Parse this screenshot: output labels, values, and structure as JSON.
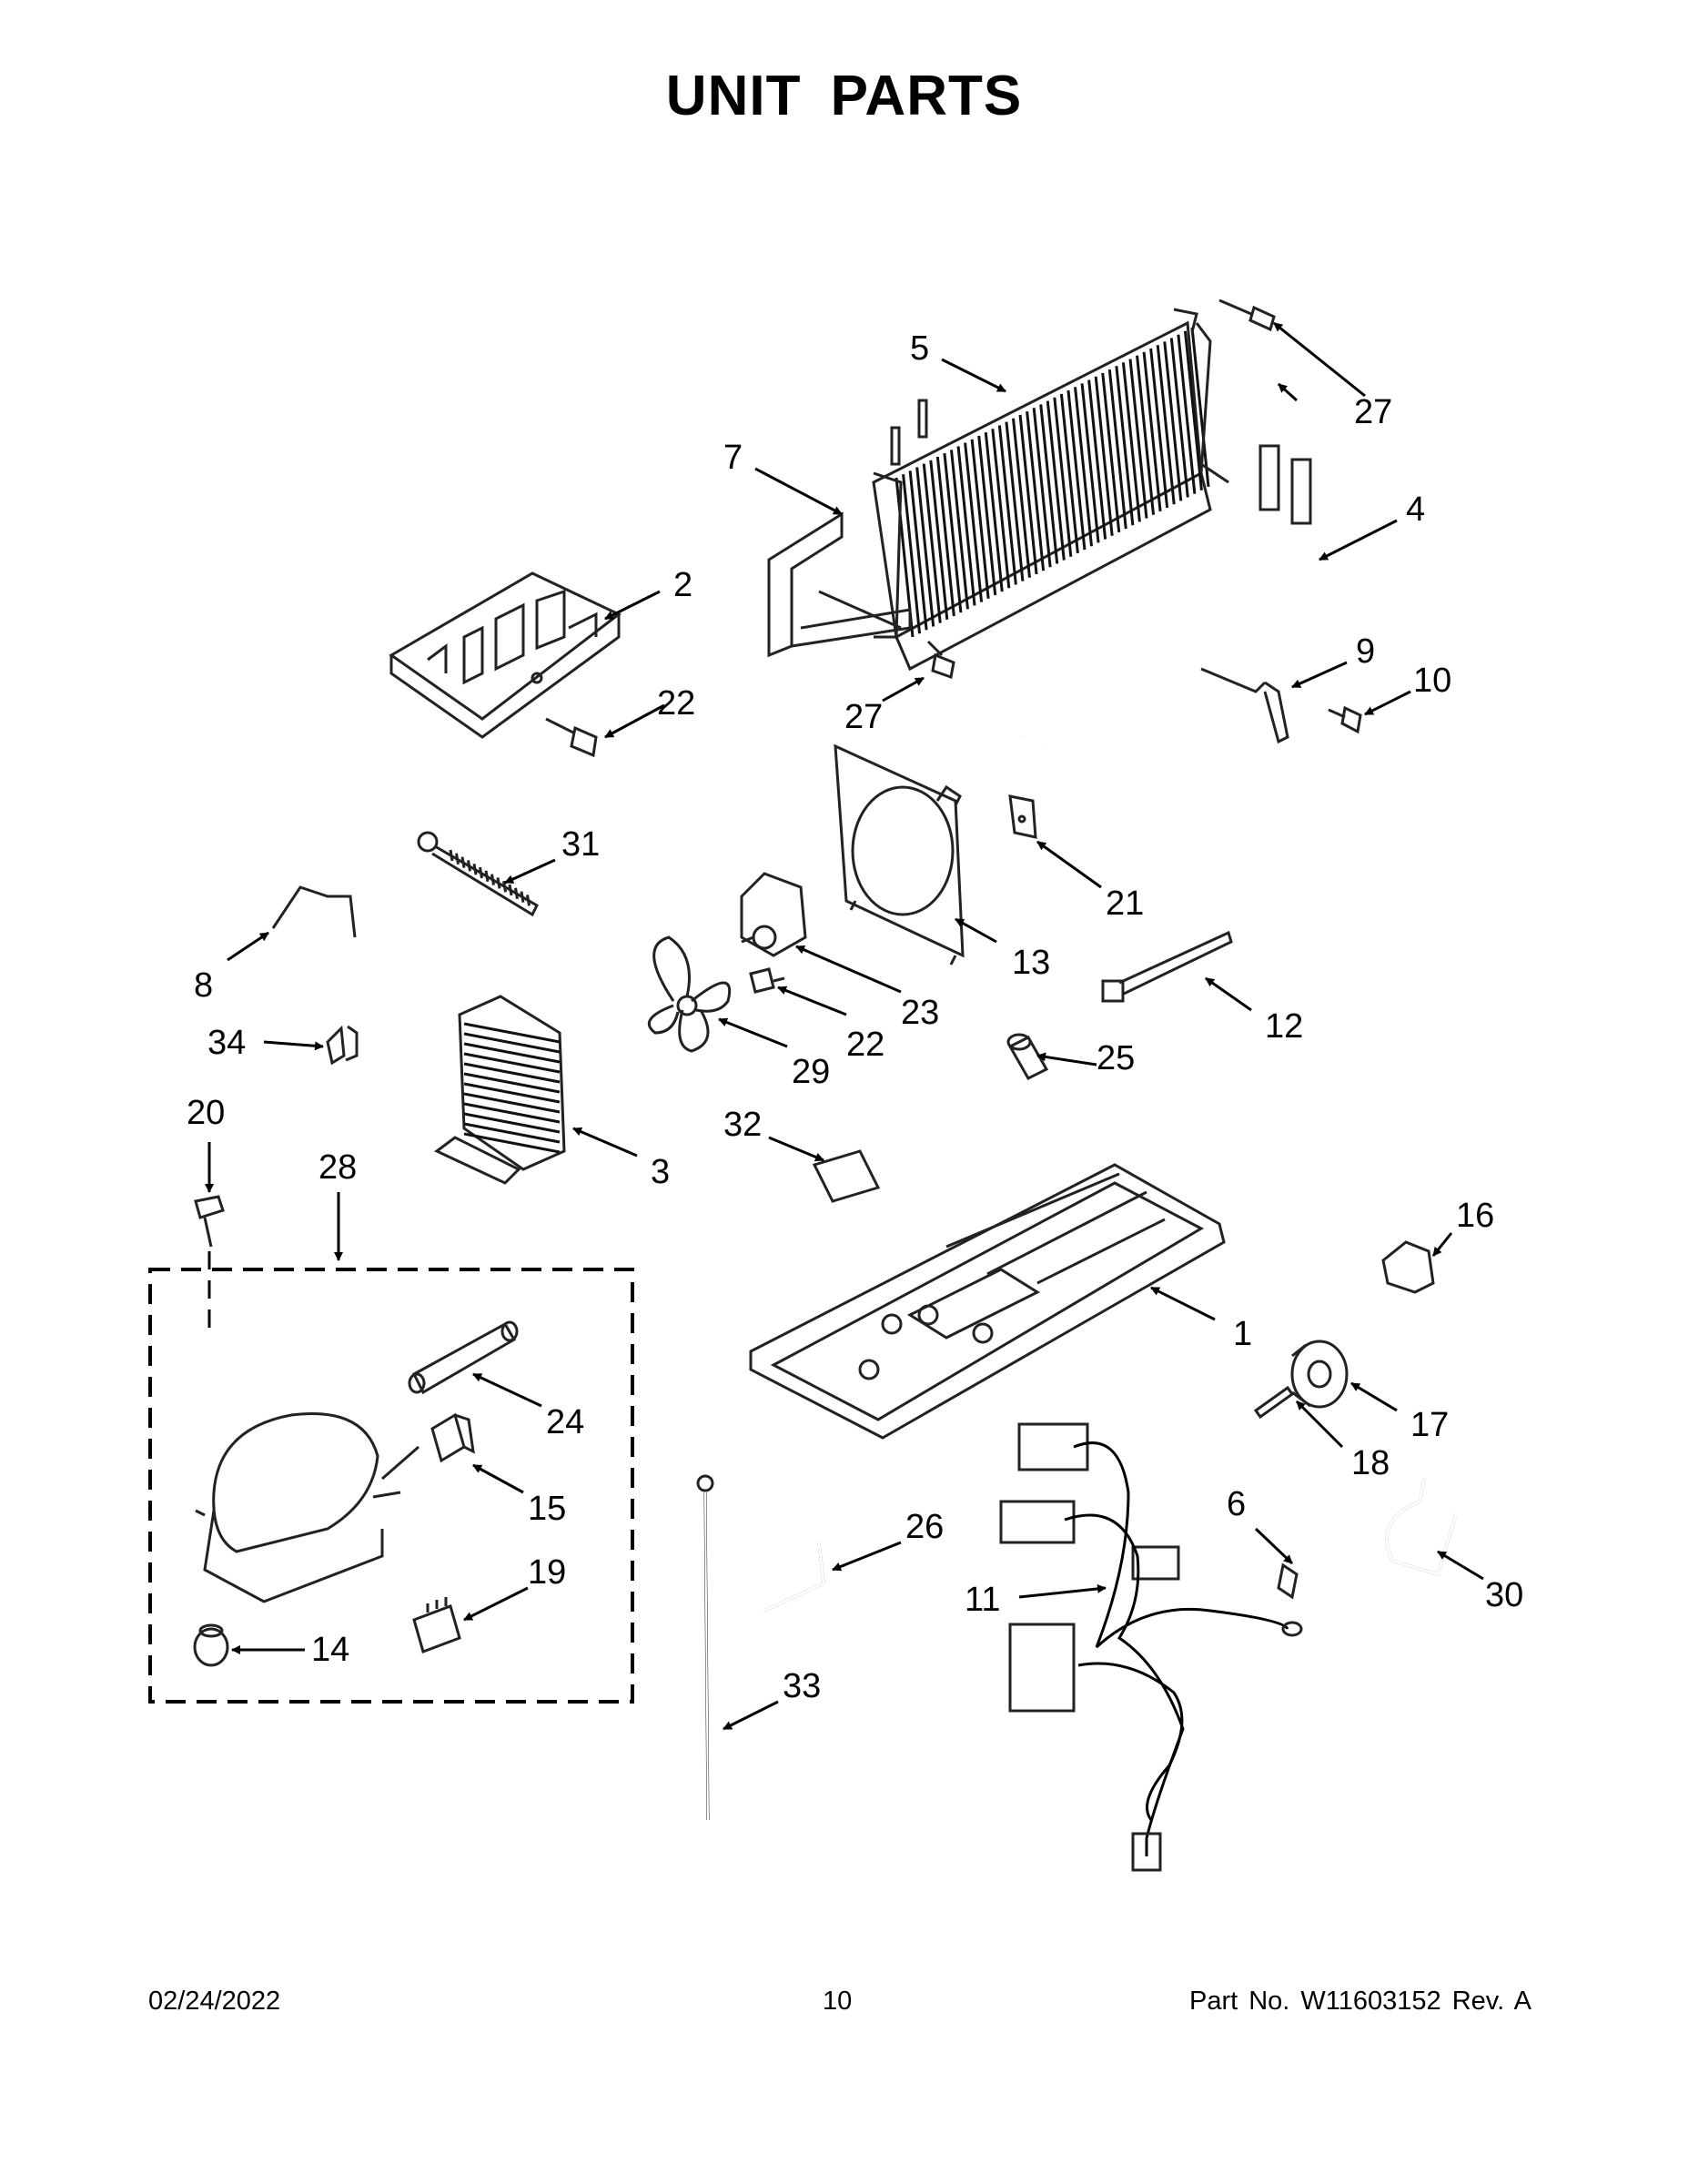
{
  "title": "UNIT PARTS",
  "footer": {
    "date": "02/24/2022",
    "page": "10",
    "part": "Part No.  W11603152  Rev.  A"
  },
  "callouts": {
    "n1": "1",
    "n2": "2",
    "n3": "3",
    "n4": "4",
    "n5": "5",
    "n6": "6",
    "n7": "7",
    "n8": "8",
    "n9": "9",
    "n10": "10",
    "n11": "11",
    "n12": "12",
    "n13": "13",
    "n14": "14",
    "n15": "15",
    "n16": "16",
    "n17": "17",
    "n18": "18",
    "n19": "19",
    "n20": "20",
    "n21": "21",
    "n22a": "22",
    "n22b": "22",
    "n23": "23",
    "n24": "24",
    "n25": "25",
    "n26": "26",
    "n27a": "27",
    "n27b": "27",
    "n28": "28",
    "n29": "29",
    "n30": "30",
    "n31": "31",
    "n32": "32",
    "n33": "33",
    "n34": "34"
  }
}
